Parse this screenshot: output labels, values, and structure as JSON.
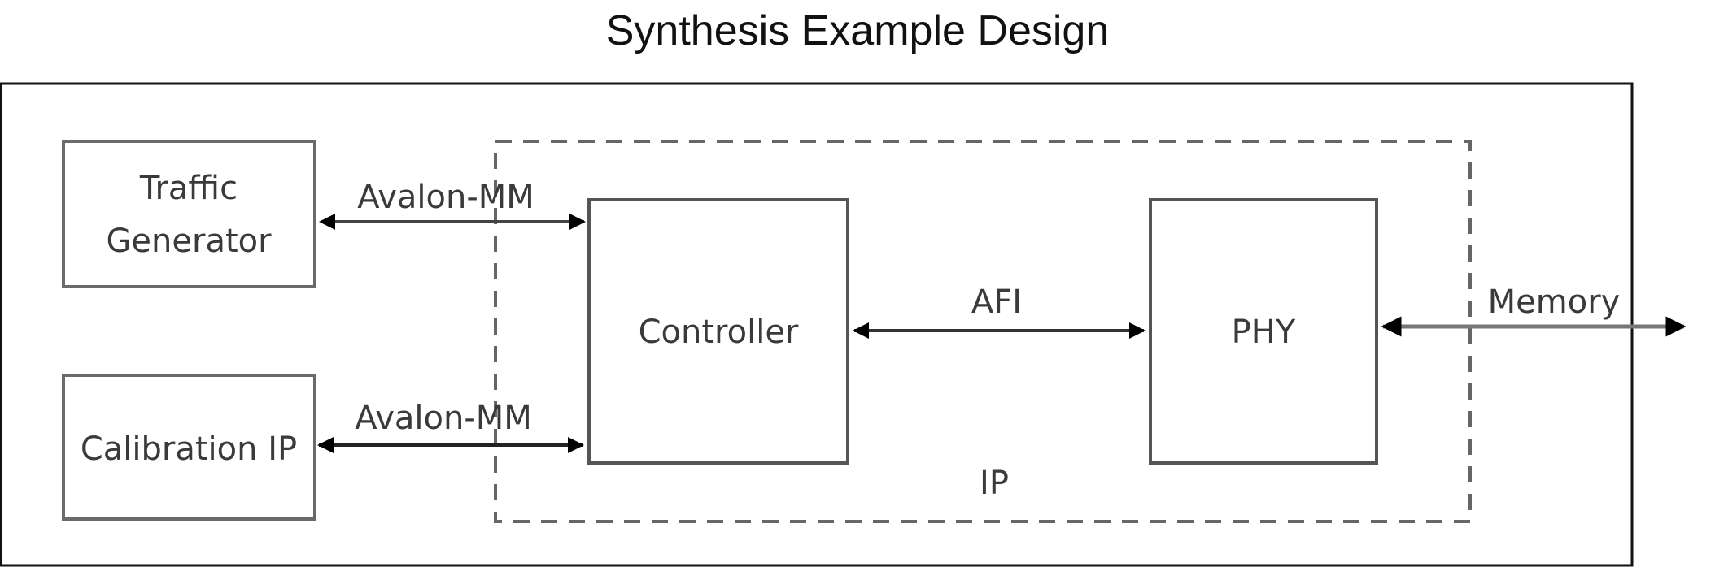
{
  "title": "Synthesis Example Design",
  "blocks": {
    "traffic_generator": {
      "line1": "Traffic",
      "line2": "Generator"
    },
    "calibration_ip": "Calibration IP",
    "controller": "Controller",
    "phy": "PHY",
    "ip_group": "IP"
  },
  "connections": {
    "traffic_to_controller": "Avalon-MM",
    "calibration_to_controller": "Avalon-MM",
    "controller_to_phy": "AFI",
    "phy_to_memory": "Memory"
  }
}
